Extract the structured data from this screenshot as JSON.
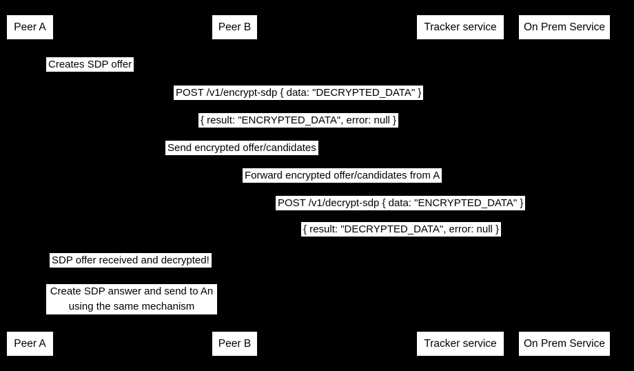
{
  "diagram": {
    "kind": "sequence-diagram",
    "colors": {
      "background": "#000000",
      "label_background": "#ffffff",
      "label_text": "#000000"
    },
    "actors": {
      "peer_a": "Peer A",
      "peer_b": "Peer B",
      "tracker": "Tracker service",
      "on_prem": "On Prem Service"
    },
    "events": {
      "note_creates_offer": "Creates SDP offer",
      "msg_encrypt_request": "POST /v1/encrypt-sdp { data: \"DECRYPTED_DATA\" }",
      "msg_encrypt_response": "{ result: \"ENCRYPTED_DATA\", error: null }",
      "msg_send_encrypted": "Send encrypted offer/candidates",
      "msg_forward_encrypted": "Forward encrypted offer/candidates from A",
      "msg_decrypt_request": "POST /v1/decrypt-sdp { data: \"ENCRYPTED_DATA\" }",
      "msg_decrypt_response": "{ result: \"DECRYPTED_DATA\", error: null }",
      "note_offer_received": "SDP offer received and decrypted!",
      "note_answer_line1": "Create SDP answer and send to An",
      "note_answer_line2": "using the same mechanism"
    }
  }
}
